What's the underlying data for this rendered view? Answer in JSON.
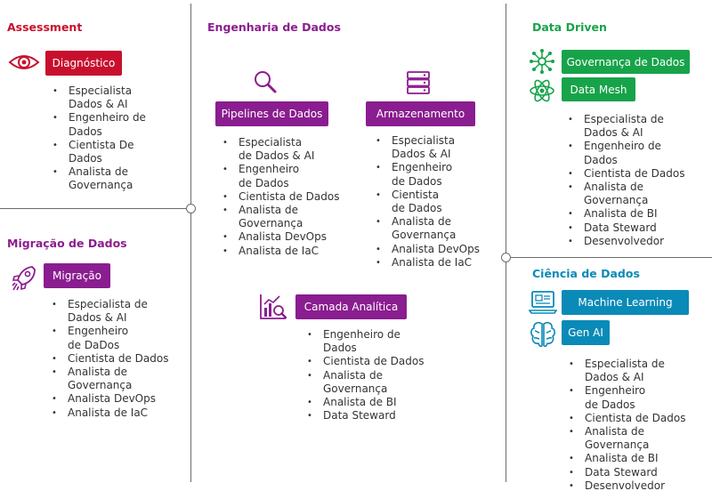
{
  "colors": {
    "red": "#c8102e",
    "purple": "#8a1d8f",
    "green": "#17a34a",
    "teal": "#0a8ab7",
    "lines": "#6b6b6b"
  },
  "assessment": {
    "title": "Assessment",
    "badge": "Diagnóstico",
    "icon": "eye-icon",
    "roles": [
      "Especialista\nDados & AI",
      "Engenheiro de\nDados",
      "Cientista De\nDados",
      "Analista de\nGovernança"
    ]
  },
  "migracao": {
    "title": "Migração de Dados",
    "badge": "Migração",
    "icon": "rocket-icon",
    "roles": [
      "Especialista de\nDados & AI",
      "Engenheiro\n de DaDos",
      "Cientista de Dados",
      "Analista de\nGovernança",
      "Analista DevOps",
      "Analista de IaC"
    ]
  },
  "engenharia": {
    "title": "Engenharia de Dados",
    "pipelines": {
      "badge": "Pipelines de Dados",
      "icon": "magnifier-icon",
      "roles": [
        "Especialista\nde Dados & AI",
        "Engenheiro\nde Dados",
        "Cientista de Dados",
        "Analista de\nGovernança",
        "Analista DevOps",
        "Analista de IaC"
      ]
    },
    "armazenamento": {
      "badge": "Armazenamento",
      "icon": "server-icon",
      "roles": [
        "Especialista\nDados & AI",
        "Engenheiro\nde Dados",
        "Cientista\nde Dados",
        "Analista de\nGovernança",
        "Analista DevOps",
        "Analista de IaC"
      ]
    },
    "camada": {
      "badge": "Camada Analítica",
      "icon": "analytics-chart-icon",
      "roles": [
        "Engenheiro de\nDados",
        "Cientista de Dados",
        "Analista de\nGovernança",
        "Analista de BI",
        "Data Steward"
      ]
    }
  },
  "data_driven": {
    "title": "Data Driven",
    "badges": [
      "Governança de Dados",
      "Data Mesh"
    ],
    "icons": [
      "network-hub-icon",
      "atom-icon"
    ],
    "roles": [
      "Especialista de\nDados & AI",
      "Engenheiro de\nDados",
      "Cientista de Dados",
      "Analista de\nGovernança",
      "Analista de BI",
      "Data Steward",
      "Desenvolvedor"
    ]
  },
  "ciencia": {
    "title": "Ciência de Dados",
    "badges": [
      "Machine Learning",
      "Gen AI"
    ],
    "icons": [
      "ml-laptop-icon",
      "brain-icon"
    ],
    "roles": [
      "Especialista de\nDados & AI",
      "Engenheiro\nde Dados",
      "Cientista de Dados",
      "Analista de\nGovernança",
      "Analista de BI",
      "Data Steward",
      "Desenvolvedor"
    ]
  }
}
